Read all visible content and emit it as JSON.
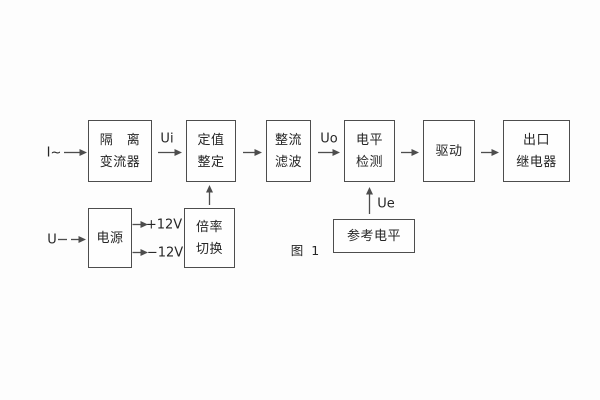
{
  "figure": {
    "caption": "图 1",
    "inputs": {
      "current": "I~",
      "voltage": "U"
    },
    "signal_labels": {
      "ui": "Ui",
      "uo": "Uo",
      "ue": "Ue",
      "plus_12v": "+12V",
      "minus_12v": "−12V"
    },
    "blocks": {
      "isolation_transformer": {
        "line1": "隔　离",
        "line2": "变流器"
      },
      "setting_adjust": {
        "line1": "定值",
        "line2": "整定"
      },
      "rectify_filter": {
        "line1": "整流",
        "line2": "滤波"
      },
      "level_detect": {
        "line1": "电平",
        "line2": "检测"
      },
      "drive": {
        "line1": "驱动"
      },
      "output_relay": {
        "line1": "出口",
        "line2": "继电器"
      },
      "power_supply": {
        "line1": "电源"
      },
      "ratio_switch": {
        "line1": "倍率",
        "line2": "切换"
      },
      "reference_level": {
        "line1": "参考电平"
      }
    },
    "colors": {
      "line": "#4d4d4d",
      "text": "#262626",
      "background": "#fdfdfd"
    }
  }
}
